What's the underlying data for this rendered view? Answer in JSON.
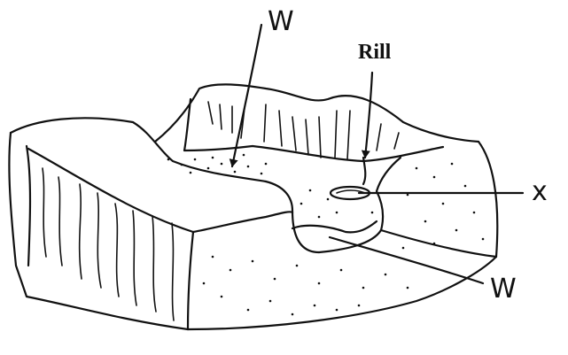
{
  "labels": {
    "w_top": "W",
    "rill": "Rill",
    "x": "x",
    "w_bottom": "W"
  }
}
